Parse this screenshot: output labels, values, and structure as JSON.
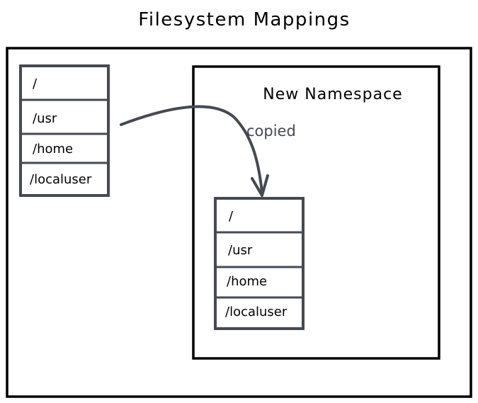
{
  "title": "Filesystem Mappings",
  "namespace_label": "New Namespace",
  "arrow_label": "copied",
  "source_table": {
    "rows": [
      "/",
      "/usr",
      "/home",
      "/localuser"
    ]
  },
  "copy_table": {
    "rows": [
      "/",
      "/usr",
      "/home",
      "/localuser"
    ]
  },
  "colors": {
    "ink": "#000000",
    "table_stroke": "#454a51",
    "arrow": "#454a51",
    "background": "#ffffff"
  }
}
